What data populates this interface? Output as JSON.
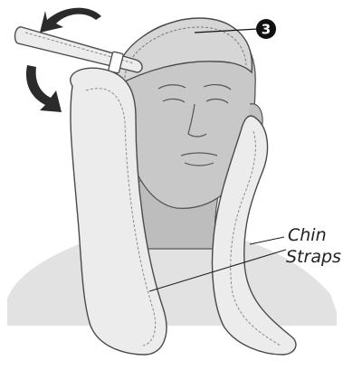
{
  "figure": {
    "step_badge": "3",
    "callout_label": [
      "Chin",
      "Straps"
    ],
    "icons": [
      "head-mannequin-illustration",
      "curved-arrow-up-icon",
      "curved-arrow-down-icon",
      "step-number-badge"
    ]
  },
  "colors": {
    "outline": "#4a4a4a",
    "head_fill": "#c8c8c8",
    "pad_fill": "#ececec",
    "shoulder_fill": "#e2e2e2",
    "arrow_fill": "#2b2b2b",
    "badge_fill": "#111111"
  }
}
